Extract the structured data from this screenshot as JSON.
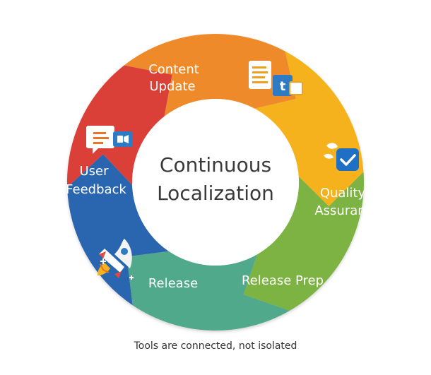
{
  "center": {
    "line1": "Continuous",
    "line2": "Localization"
  },
  "stages": [
    {
      "line1": "Content",
      "line2": "Update",
      "color": "#ef8a2c",
      "icon": "document-icon"
    },
    {
      "line1": "",
      "line2": "",
      "color": "#f5b21c",
      "icon": "translation-docs-icon"
    },
    {
      "line1": "Quality",
      "line2": "Assurance",
      "color": "#7bb342",
      "icon": "qa-check-icon"
    },
    {
      "line1": "Release Prep",
      "line2": "",
      "color": "#4fa98a",
      "icon": ""
    },
    {
      "line1": "Release",
      "line2": "",
      "color": "#2c65b0",
      "icon": "rocket-icon"
    },
    {
      "line1": "User",
      "line2": "Feedback",
      "color": "#da4038",
      "icon": "chat-feedback-icon"
    }
  ],
  "caption": "Tools are connected, not isolated"
}
